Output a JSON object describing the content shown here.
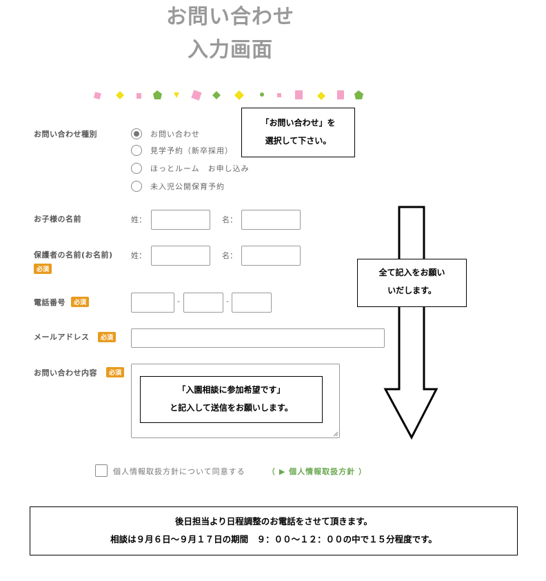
{
  "header": {
    "title_line1": "お問い合わせ",
    "title_line2": "入力画面"
  },
  "form": {
    "type_label": "お問い合わせ種別",
    "type_options": [
      "お問い合わせ",
      "見学予約（新卒採用）",
      "ほっとルーム　お申し込み",
      "未入児公開保育予約"
    ],
    "type_selected": "お問い合わせ",
    "child_name_label": "お子様の名前",
    "guardian_name_label": "保護者の名前(お名前)",
    "last_name_prefix": "姓：",
    "first_name_prefix": "名：",
    "phone_label": "電話番号",
    "phone_separator": "-",
    "email_label": "メールアドレス",
    "inquiry_label": "お問い合わせ内容",
    "required_badge": "必須",
    "consent_text": "個人情報取扱方針について同意する",
    "policy_link_text": "（ ▶ 個人情報取扱方針 ）"
  },
  "notes": {
    "select_line1": "「お問い合わせ」を",
    "select_line2": "選択して下さい。",
    "fill_all_line1": "全て記入をお願い",
    "fill_all_line2": "いだします。",
    "inquiry_line1": "「入園相談に参加希望です」",
    "inquiry_line2": "と記入して送信をお願いします。",
    "footer_line1": "後日担当より日程調整のお電話をさせて頂きます。",
    "footer_line2": "相談は９月６日～９月１７日の期間　９：００～１２：００の中で１５分程度です。"
  },
  "colors": {
    "title": "#999999",
    "required_badge": "#e89b1e",
    "policy_link": "#6aa84f",
    "dot_pink": "#f5a3c7",
    "dot_yellow": "#f2e018",
    "dot_green": "#7ab648"
  }
}
